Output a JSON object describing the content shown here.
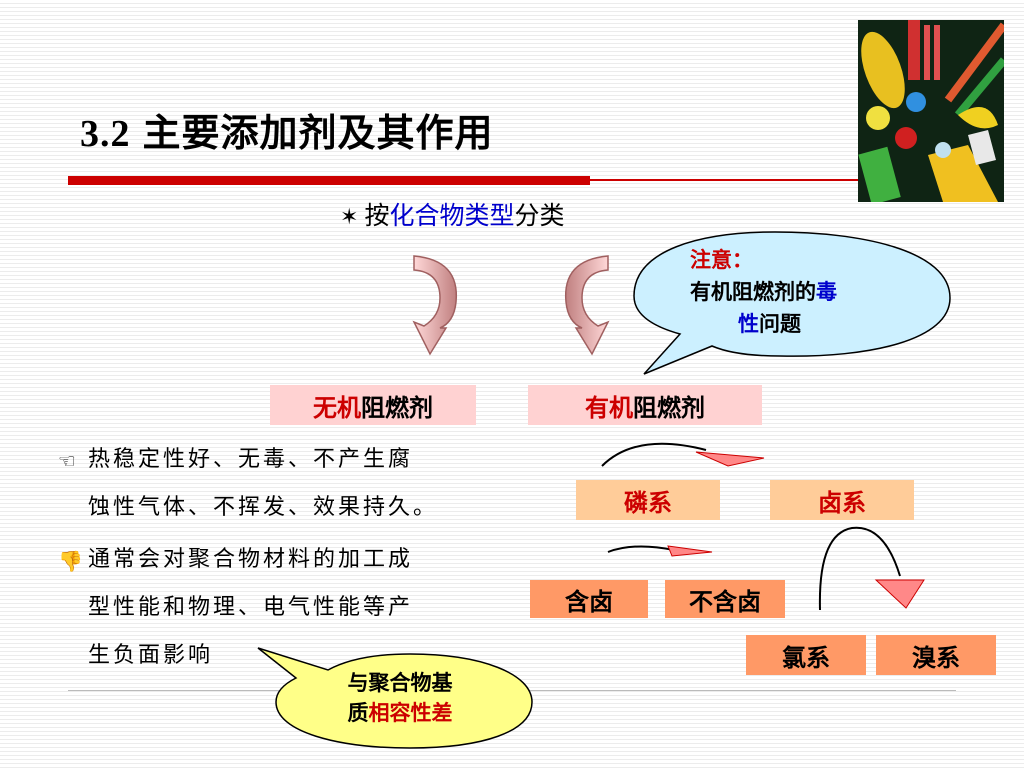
{
  "title": {
    "number": "3.2",
    "text": "主要添加剂及其作用"
  },
  "subtitle": {
    "prefix": "按",
    "highlight": "化合物类型",
    "suffix": "分类"
  },
  "note_bubble": {
    "label": "注意：",
    "line1_prefix": "有机阻燃剂的",
    "line1_hl": "毒",
    "line2_hl": "性",
    "line2_suffix": "问题"
  },
  "categories": {
    "inorganic": {
      "hl": "无机",
      "rest": "阻燃剂"
    },
    "organic": {
      "hl": "有机",
      "rest": "阻燃剂"
    }
  },
  "bullets": [
    {
      "lines": [
        "热稳定性好、无毒、不产生腐",
        "蚀性气体、不挥发、效果持久。"
      ]
    },
    {
      "lines": [
        "通常会对聚合物材料的加工成",
        "型性能和物理、电气性能等产",
        "生负面影响"
      ]
    }
  ],
  "boxes": {
    "phosphorus": "磷系",
    "halogen": "卤系",
    "with_halogen": "含卤",
    "without_halogen": "不含卤",
    "chlorine": "氯系",
    "bromine": "溴系"
  },
  "compat_bubble": {
    "line1": "与聚合物基",
    "line2_prefix": "质",
    "line2_hl": "相容性差"
  },
  "colors": {
    "accent_red": "#cc0000",
    "highlight_blue": "#0000cc",
    "pink_box": "#ffd2d2",
    "peach_box": "#ffcc99",
    "orange_box": "#ff9966",
    "bubble_blue": "#ccf0ff",
    "bubble_yellow": "#ffff88"
  },
  "icons": {
    "subtitle_bullet": "star-icon",
    "bullet1": "pointing-hand-left-icon",
    "bullet2": "thumbs-down-icon"
  }
}
